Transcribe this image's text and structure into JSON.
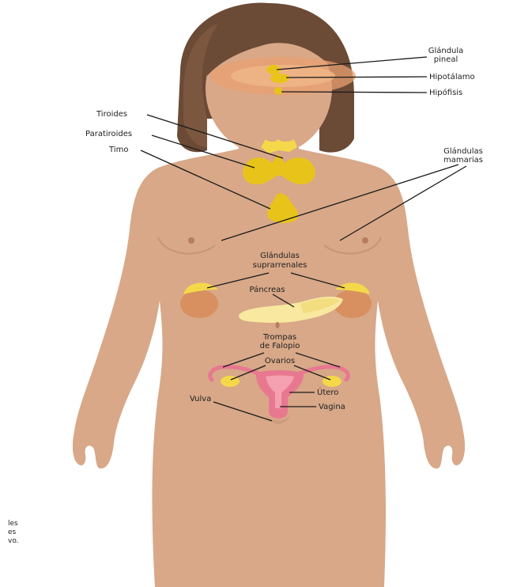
{
  "labels": {
    "pineal_1": "Glándula",
    "pineal_2": "pineal",
    "hipotalamo": "Hipotálamo",
    "hipofisis": "Hipófisis",
    "tiroides": "Tiroides",
    "paratiroides": "Paratiroides",
    "timo": "Timo",
    "mamarias_1": "Glándulas",
    "mamarias_2": "mamarias",
    "suprarrenales_1": "Glándulas",
    "suprarrenales_2": "suprarrenales",
    "pancreas": "Páncreas",
    "trompas_1": "Trompas",
    "trompas_2": "de Falopio",
    "ovarios": "Ovarios",
    "utero": "Útero",
    "vagina": "Vagina",
    "vulva": "Vulva"
  },
  "edge_text": [
    "les",
    "es",
    "vo."
  ],
  "colors": {
    "skin": "#d8a888",
    "skin_shadow": "#c79478",
    "hair": "#6b4a36",
    "hair_light": "#8a6248",
    "gland": "#e8c41a",
    "gland_light": "#f4d84a",
    "kidney": "#d89060",
    "pancreas": "#f8e8a0",
    "uterus": "#e87890",
    "uterus_light": "#f4a0b0",
    "brain": "#e8a070"
  }
}
